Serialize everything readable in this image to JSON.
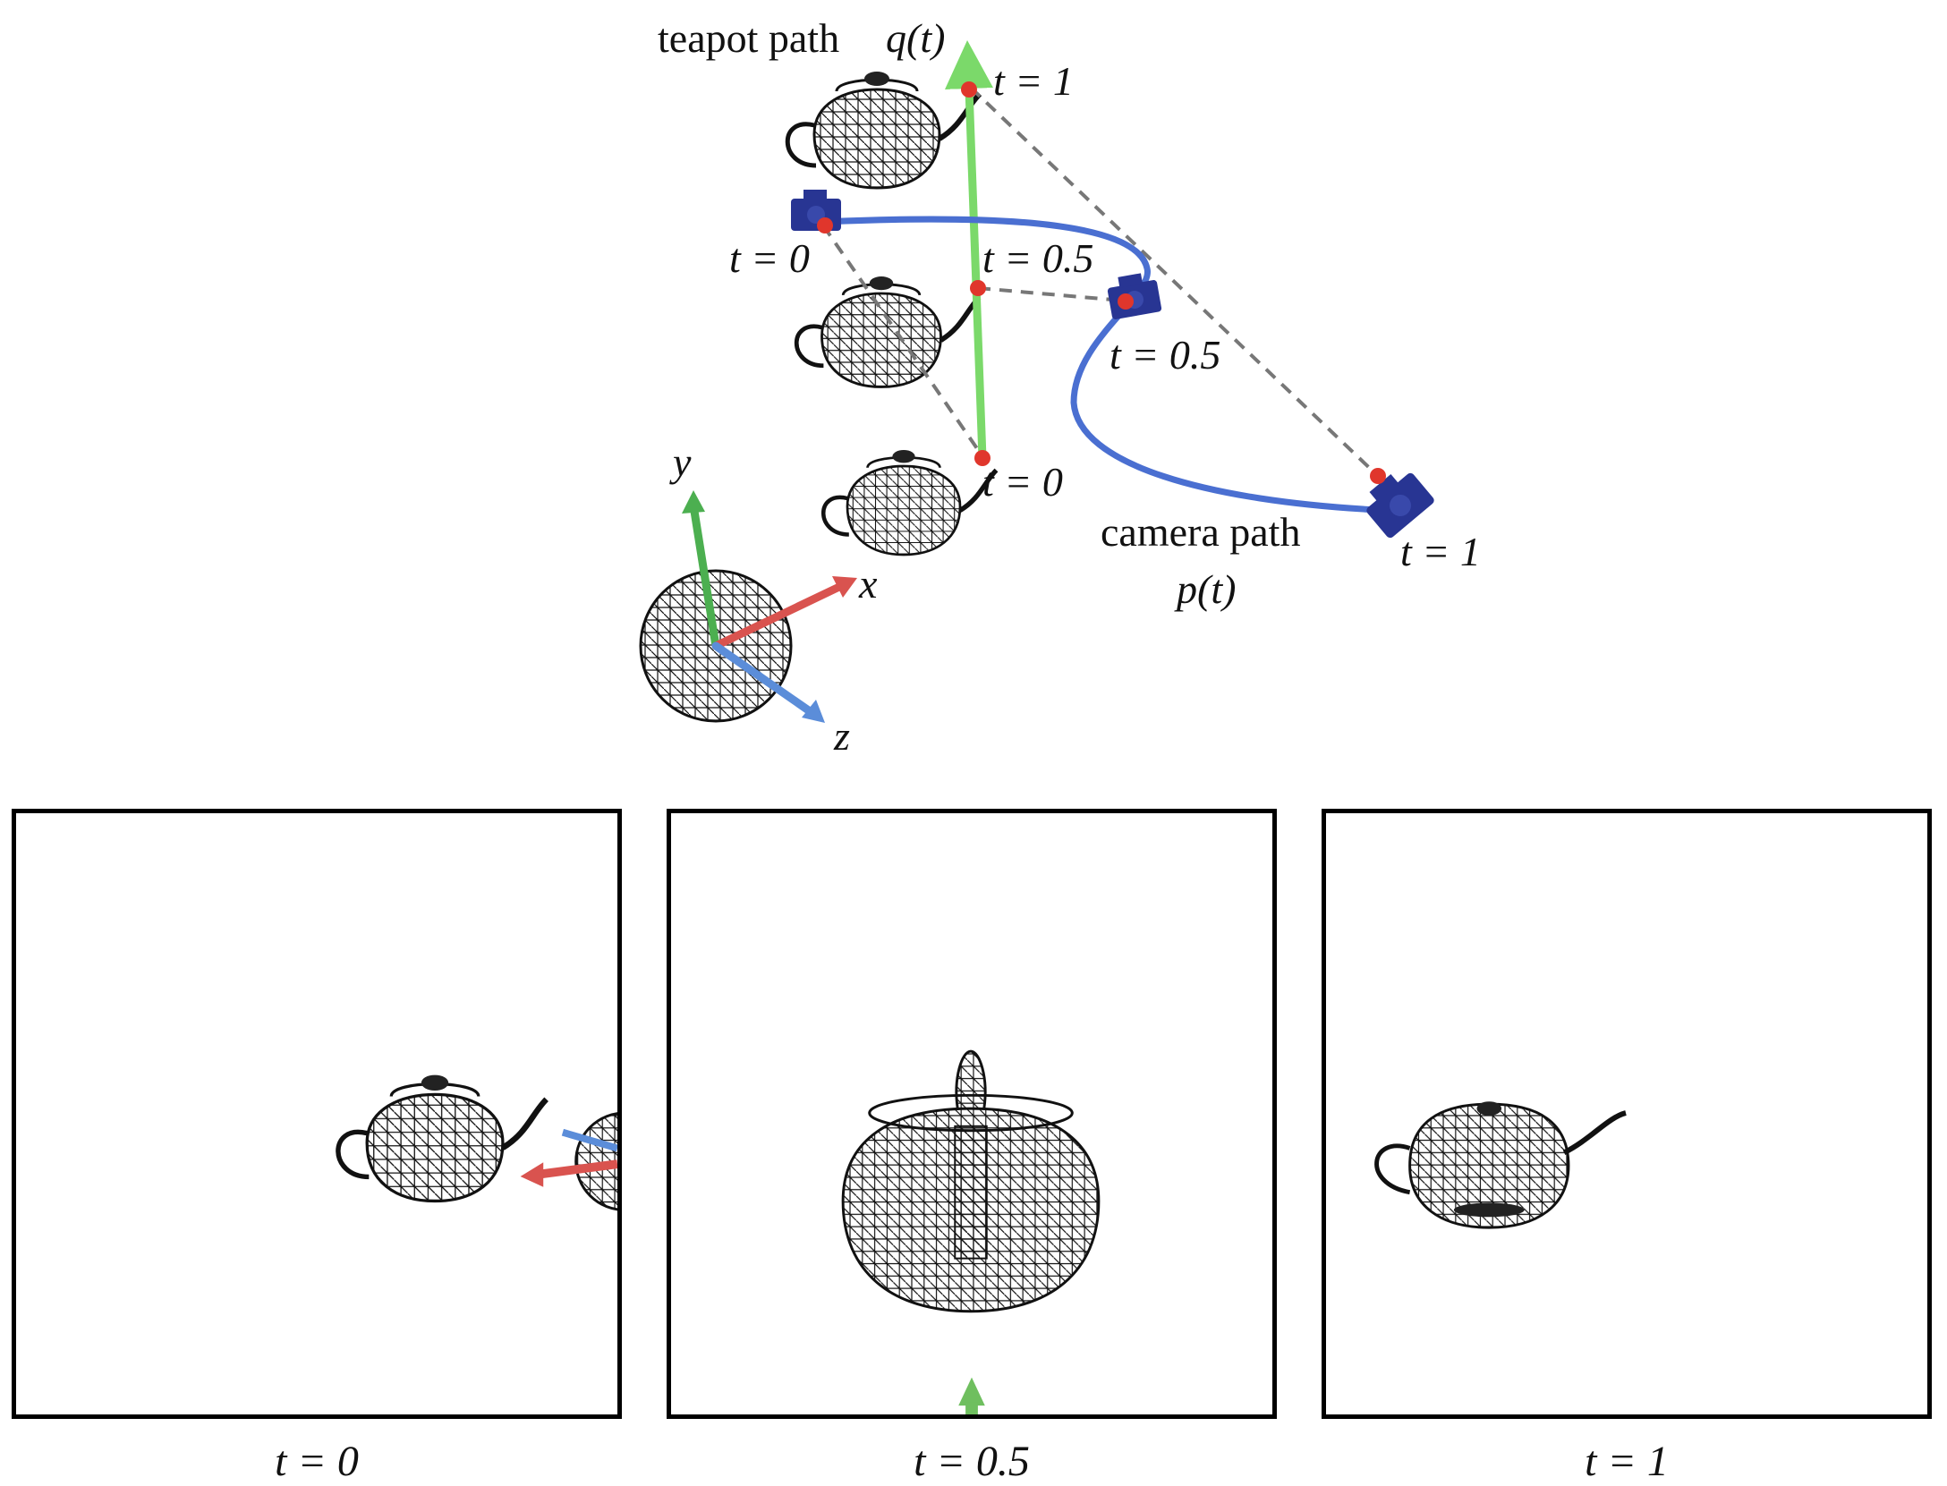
{
  "labels": {
    "teapot_path": "teapot path",
    "teapot_path_symbol": "q(t)",
    "camera_path": "camera path",
    "camera_path_symbol": "p(t)",
    "q_t1": "t = 1",
    "q_t05": "t = 0.5",
    "q_t0": "t = 0",
    "p_t0": "t = 0",
    "p_t05": "t = 0.5",
    "p_t1": "t = 1",
    "axis_x": "x",
    "axis_y": "y",
    "axis_z": "z"
  },
  "panels": [
    {
      "caption": "t = 0"
    },
    {
      "caption": "t = 0.5"
    },
    {
      "caption": "t = 1"
    }
  ],
  "colors": {
    "teapot_path": "#7bd96a",
    "camera_path": "#4a6fd1",
    "points": "#e0362c",
    "camera_body": "#283593",
    "axis_x": "#d9534f",
    "axis_y": "#4caf50",
    "axis_z": "#5b8dd9",
    "dashed": "#777777"
  },
  "icons": [
    "teapot-wireframe-icon",
    "camera-icon",
    "sphere-wireframe-icon"
  ]
}
